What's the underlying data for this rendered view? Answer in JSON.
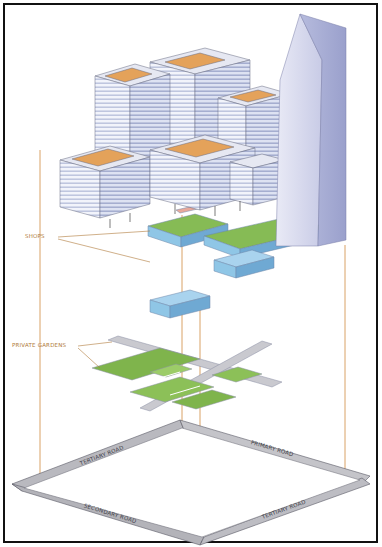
{
  "diagram": {
    "labels": [
      "SHOPS",
      "PRIVATE GARDENS",
      "TERTIARY ROAD",
      "PRIMARY ROAD",
      "SECONDARY ROAD",
      "TERTIARY ROAD"
    ]
  }
}
